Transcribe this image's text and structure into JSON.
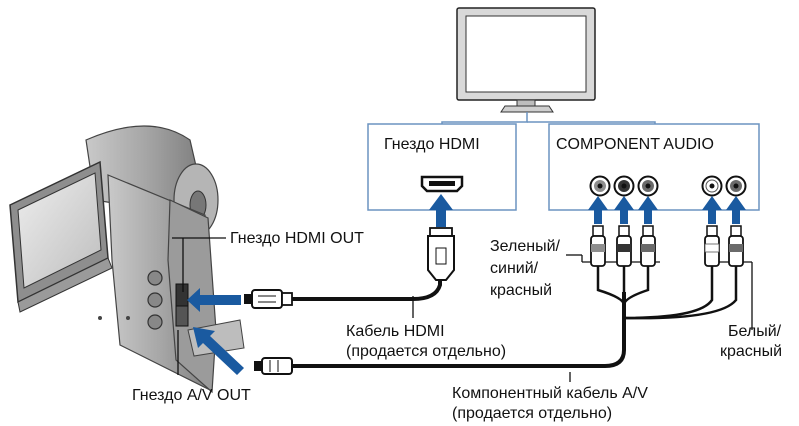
{
  "panels": {
    "hdmi_jack_label": "Гнездо HDMI",
    "component_audio_label": "COMPONENT AUDIO"
  },
  "labels": {
    "hdmi_out": "Гнездо HDMI OUT",
    "av_out": "Гнездо A/V OUT",
    "hdmi_cable_line1": "Кабель HDMI",
    "hdmi_cable_line2": "(продается отдельно)",
    "component_cable_line1": "Компонентный кабель A/V",
    "component_cable_line2": "(продается отдельно)",
    "green_blue_red_line1": "Зеленый/",
    "green_blue_red_line2": "синий/",
    "green_blue_red_line3": "красный",
    "white_red_line1": "Белый/",
    "white_red_line2": "красный"
  },
  "colors": {
    "arrow": "#1a5aa0",
    "panel_border": "#6b93c0",
    "device_body": "#9a9a9a",
    "cable": "#111111"
  },
  "icons": [
    "television-icon",
    "camcorder-icon",
    "hdmi-port-icon",
    "hdmi-plug-icon",
    "rca-jack-icon",
    "rca-plug-icon",
    "mini-av-plug-icon",
    "arrow-icon"
  ]
}
